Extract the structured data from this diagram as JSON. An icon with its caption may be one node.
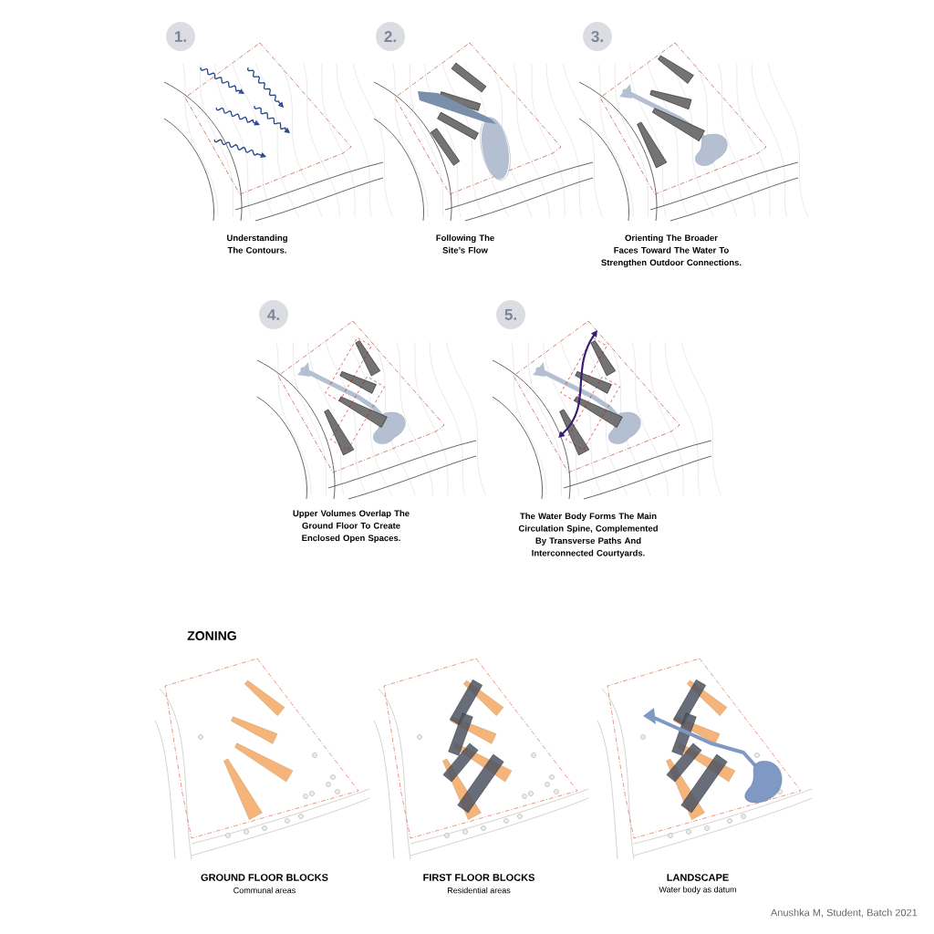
{
  "diagram": {
    "nodes": [
      {
        "text": [
          "1."
        ]
      },
      {
        "text": [
          "2."
        ]
      },
      {
        "text": [
          "3."
        ]
      },
      {
        "text": [
          "4."
        ]
      },
      {
        "text": [
          "5."
        ]
      }
    ],
    "labels": [
      "Understanding The Contours.",
      "Following The Site’s Flow",
      "Orienting The Broader Faces Toward The Water To Strengthen Outdoor Connections.",
      "Upper Volumes Overlap The Ground Floor To Create Enclosed Open Spaces.",
      "The Water Body Forms The Main Circulation Spine, Complemented By Transverse Paths And Interconnected Courtyards.",
      "ZONING",
      "GROUND FLOOR BLOCKS",
      "Communal areas",
      "FIRST FLOOR BLOCKS",
      "Residential areas",
      "LANDSCAPE",
      "Water body as datum",
      "Anushka M, Student, Batch 2021"
    ]
  }
}
